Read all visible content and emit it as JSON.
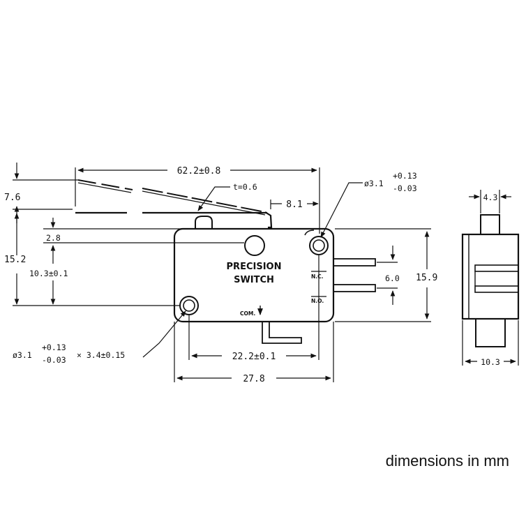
{
  "switch_label": {
    "line1": "PRECISION",
    "line2": "SWITCH"
  },
  "terminals": {
    "nc": "N.C.",
    "no": "N.O.",
    "com": "COM."
  },
  "dimensions": {
    "lever_length": "62.2±0.8",
    "lever_rise": "7.6",
    "lever_thickness": "t=0.6",
    "lever_offset": "8.1",
    "mounting_hole_right": {
      "main": "ø3.1",
      "tol_plus": "+0.13",
      "tol_minus": "-0.03"
    },
    "mounting_hole_left": {
      "main": "ø3.1",
      "tol_plus": "+0.13",
      "tol_minus": "-0.03",
      "suffix": "× 3.4±0.15"
    },
    "plunger_height": "2.8",
    "overall_height": "15.2",
    "hole_height": "10.3±0.1",
    "terminal_spacing": "6.0",
    "body_height": "15.9",
    "hole_spacing": "22.2±0.1",
    "body_length": "27.8",
    "side_top_width": "4.3",
    "side_width": "10.3"
  },
  "caption": "dimensions in mm"
}
